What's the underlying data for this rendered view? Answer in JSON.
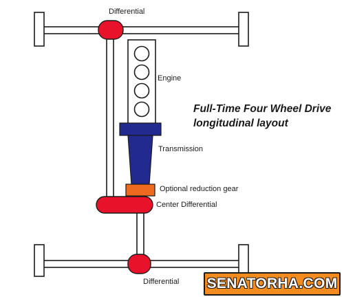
{
  "labels": {
    "front_differential": "Differential",
    "engine": "Engine",
    "transmission": "Transmission",
    "reduction_gear": "Optional reduction gear",
    "center_differential": "Center Differential",
    "rear_differential": "Differential"
  },
  "title": {
    "line1": "Full-Time Four Wheel Drive",
    "line2": "longitudinal layout"
  },
  "watermark": "SENATORHA.COM",
  "colors": {
    "differential": "#e8122a",
    "transmission": "#232a8f",
    "engine_block": "#ffffff",
    "reduction_gear": "#ee6a1e",
    "shaft": "#ffffff",
    "outline": "#1a1a1a",
    "watermark_bg": "#f28c1e"
  }
}
